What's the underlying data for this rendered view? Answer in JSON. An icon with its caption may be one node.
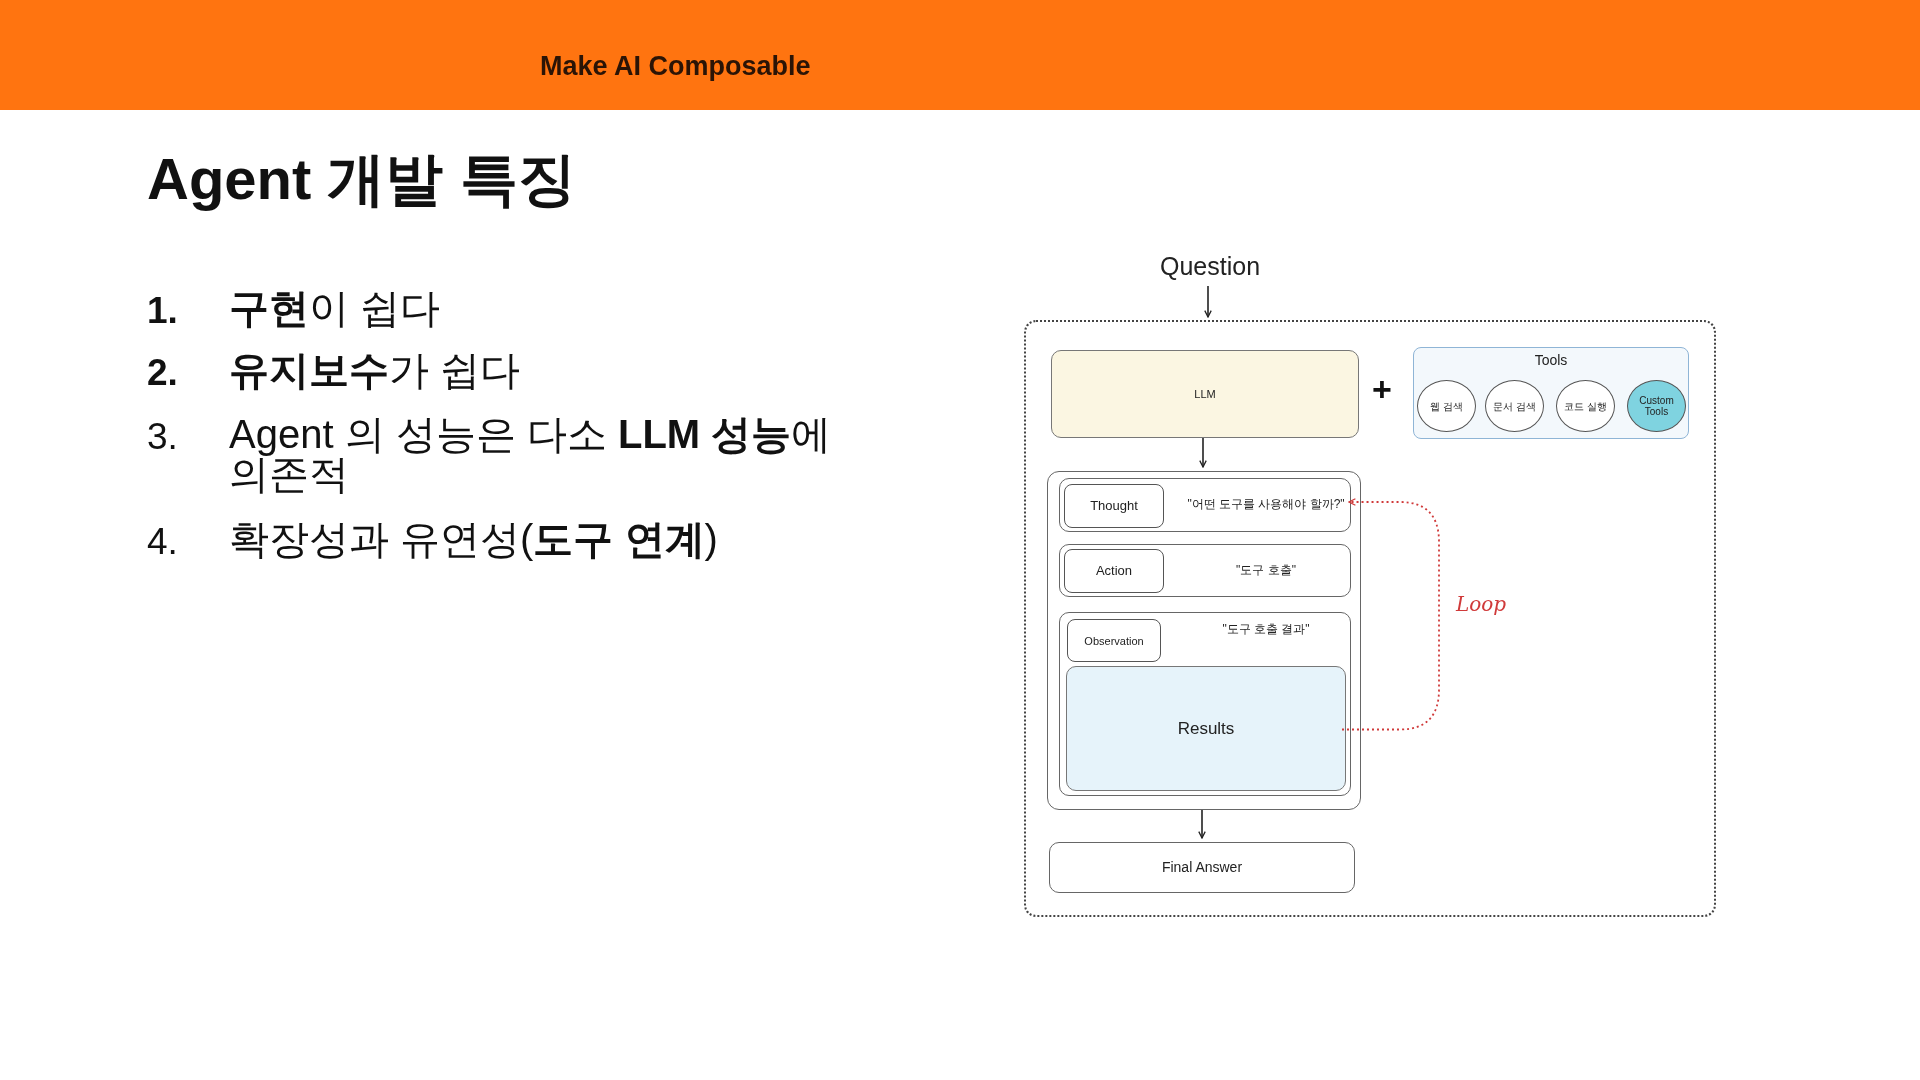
{
  "diagram": {
    "title": "Agent 개발 특징",
    "nodes": [
      {
        "text": [
          "Question"
        ]
      },
      {
        "text": [],
        "shape": "box"
      },
      {
        "text": [
          "LLM"
        ],
        "in": 1
      },
      {
        "text": [
          "Tools"
        ],
        "in": 1
      },
      {
        "text": [
          "웹 검색"
        ],
        "in": 3
      },
      {
        "text": [
          "문서 검색"
        ],
        "in": 3
      },
      {
        "text": [
          "코드 실행"
        ],
        "in": 3
      },
      {
        "text": [
          "Custom Tools"
        ],
        "in": 3
      },
      {
        "text": [],
        "shape": "box",
        "in": 1
      },
      {
        "text": [
          "\"어떤 도구를 사용해야 할까?\""
        ],
        "in": 8
      },
      {
        "text": [
          "Thought"
        ],
        "in": 9
      },
      {
        "text": [
          "\"도구 호출\""
        ],
        "in": 8
      },
      {
        "text": [
          "Action"
        ],
        "in": 11
      },
      {
        "text": [
          "\"도구 호출 결과\""
        ],
        "in": 8
      },
      {
        "text": [
          "Observation"
        ],
        "in": 13
      },
      {
        "text": [
          "Results"
        ],
        "in": 13
      },
      {
        "text": [
          "Final Answer"
        ],
        "in": 1
      }
    ],
    "edges": [
      {
        "from": 0,
        "to": 1,
        "arrow": "to"
      },
      {
        "from": 2,
        "to": 8,
        "arrow": "to"
      },
      {
        "from": 8,
        "to": 16,
        "arrow": "to"
      },
      {
        "from": 15,
        "to": 9,
        "arrow": "to",
        "label": "Loop",
        "style": "dashed",
        "color": "#d03a3a"
      }
    ],
    "labels": [
      "Make AI Composable",
      "+",
      "1.",
      "**구현**이 쉽다",
      "2.",
      "**유지보수**가 쉽다",
      "3.",
      "Agent 의 성능은 다소 **LLM 성능**에 의존적",
      "4.",
      "확장성과 유연성(**도구 연계**)"
    ]
  }
}
